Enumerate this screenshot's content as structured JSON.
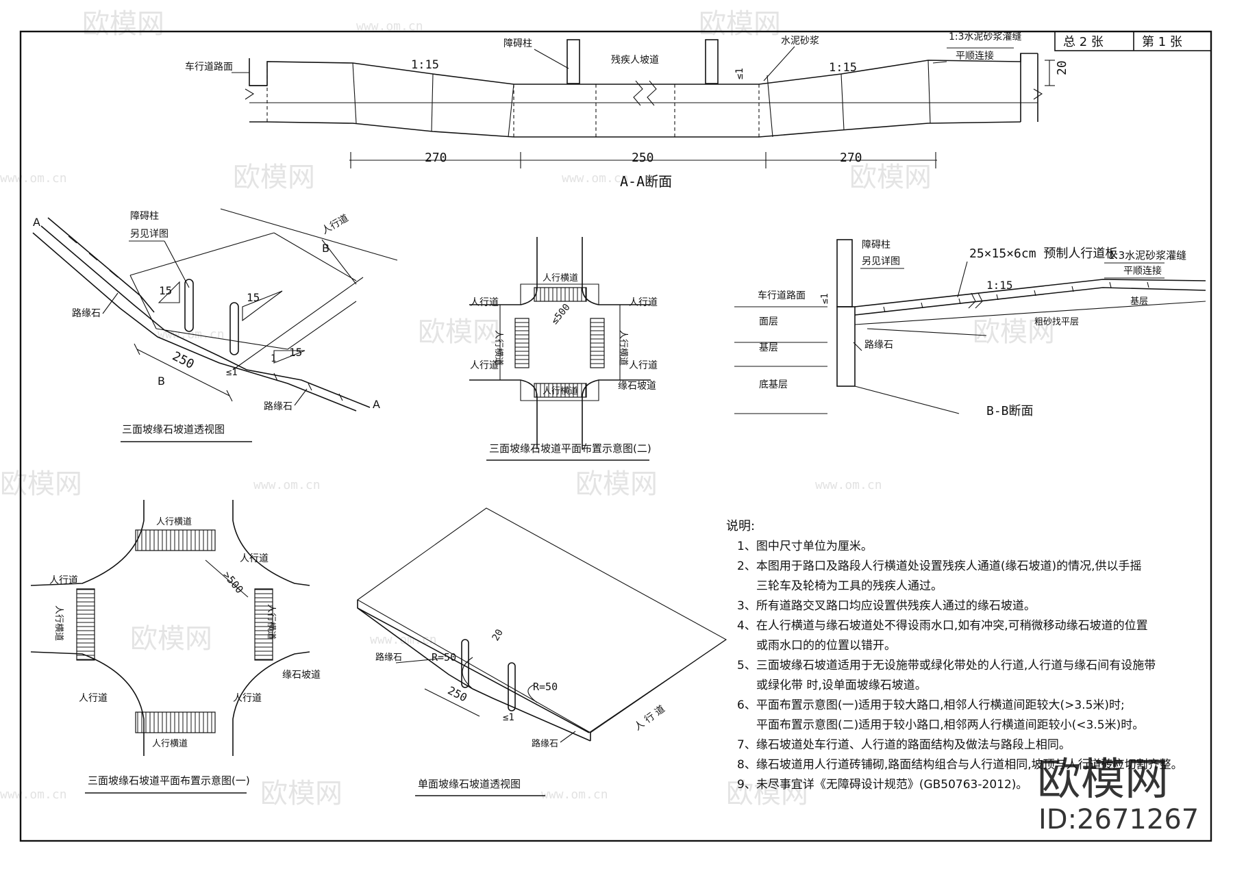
{
  "title_block": {
    "total": "总  2  张",
    "sheet": "第  1  张"
  },
  "section_aa": {
    "caption": "A-A断面",
    "road_surface": "车行道路面",
    "post": "障碍柱",
    "ramp": "残疾人坡道",
    "mortar": "水泥砂浆",
    "joint": "1:3水泥砂浆灌缝",
    "smooth": "平顺连接",
    "slope_left": "1:15",
    "slope_right": "1:15",
    "le1": "≤1",
    "dim_h": "20",
    "dims": [
      "270",
      "250",
      "270"
    ]
  },
  "persp_three": {
    "caption": "三面坡缘石坡道透视图",
    "post": "障碍柱",
    "see_detail": "另见详图",
    "sidewalk": "人行道",
    "curb1": "路缘石",
    "curb2": "路缘石",
    "dim": "250",
    "s1": "15",
    "s2": "15",
    "s3": "15",
    "one": "1",
    "le1": "≤1",
    "A1": "A",
    "A2": "A",
    "B1": "B",
    "B2": "B"
  },
  "plan_two": {
    "caption": "三面坡缘石坡道平面布置示意图(二)",
    "crossing": "人行横道",
    "sidewalk": "人行道",
    "curb_ramp": "缘石坡道",
    "gap": "≤500"
  },
  "section_bb": {
    "caption": "B-B断面",
    "post": "障碍柱",
    "see_detail": "另见详图",
    "paver": "25×15×6cm 预制人行道板",
    "joint": "1:3水泥砂浆灌缝",
    "smooth": "平顺连接",
    "road_surface": "车行道路面",
    "surface": "面层",
    "base": "基层",
    "subbase": "底基层",
    "curb": "路缘石",
    "sand": "粗砂找平层",
    "base2": "基层",
    "slope": "1:15",
    "le1": "≤1"
  },
  "plan_one": {
    "caption": "三面坡缘石坡道平面布置示意图(一)",
    "crossing": "人行横道",
    "sidewalk": "人行道",
    "curb_ramp": "缘石坡道",
    "gap": ">500"
  },
  "persp_single": {
    "caption": "单面坡缘石坡道透视图",
    "curb1": "路缘石",
    "curb2": "路缘石",
    "r1": "R=50",
    "r2": "R=50",
    "dim": "250",
    "h": "20",
    "le1": "≤1",
    "sidewalk": "人 行 道"
  },
  "notes": {
    "heading": "说明:",
    "items": [
      "1、图中尺寸单位为厘米。",
      "2、本图用于路口及路段人行横道处设置残疾人通道(缘石坡道)的情况,供以手摇",
      "三轮车及轮椅为工具的残疾人通过。",
      "3、所有道路交叉路口均应设置供残疾人通过的缘石坡道。",
      "4、在人行横道与缘石坡道处不得设雨水口,如有冲突,可稍微移动缘石坡道的位置",
      "或雨水口的的位置以错开。",
      "5、三面坡缘石坡道适用于无设施带或绿化带处的人行道,人行道与缘石间有设施带",
      "或绿化带 时,设单面坡缘石坡道。",
      "6、平面布置示意图(一)适用于较大路口,相邻人行横道间距较大(>3.5米)时;",
      "平面布置示意图(二)适用于较小路口,相邻两人行横道间距较小(<3.5米)时。",
      "7、缘石坡道处车行道、人行道的路面结构及做法与路段上相同。",
      "8、缘石坡道用人行道砖铺砌,路面结构组合与人行道相同,坡顶与人行道砖应切割齐整。",
      "9、未尽事宜详《无障碍设计规范》(GB50763-2012)。"
    ]
  },
  "watermark": {
    "brand": "欧模网",
    "url": "www.om.cn",
    "id": "ID:2671267"
  }
}
